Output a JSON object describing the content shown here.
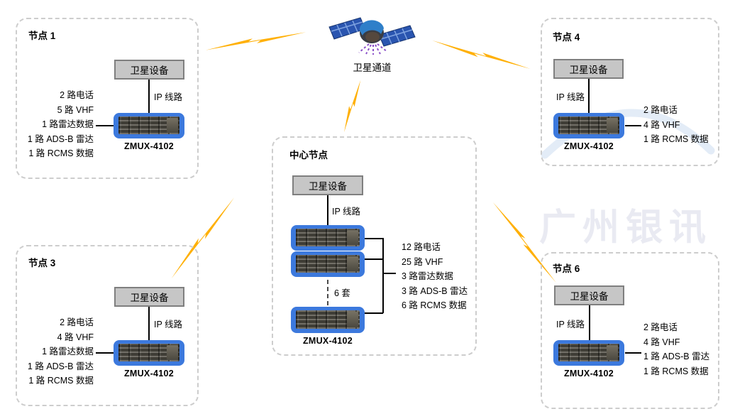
{
  "satellite": {
    "label": "卫星通道"
  },
  "watermark": {
    "text": "广州银讯"
  },
  "colors": {
    "bolt": "#FFB006",
    "device_blue": "#3C79DD",
    "equipment_gray": "#C6C6C6",
    "equipment_border": "#7F7F7F",
    "frame_dash": "#CDCDCD",
    "watermark": "#E9EAF2"
  },
  "nodes": {
    "node1": {
      "title": "节点 1",
      "equipment": "卫星设备",
      "link": "IP 线路",
      "model": "ZMUX-4102",
      "channels": [
        "2 路电话",
        "5 路 VHF",
        "1 路雷达数据",
        "1 路 ADS-B 雷达",
        "1 路 RCMS 数据"
      ]
    },
    "node3": {
      "title": "节点 3",
      "equipment": "卫星设备",
      "link": "IP 线路",
      "model": "ZMUX-4102",
      "channels": [
        "2 路电话",
        "4 路 VHF",
        "1 路雷达数据",
        "1 路 ADS-B 雷达",
        "1 路 RCMS 数据"
      ]
    },
    "node4": {
      "title": "节点 4",
      "equipment": "卫星设备",
      "link": "IP 线路",
      "model": "ZMUX-4102",
      "channels": [
        "2 路电话",
        "4 路 VHF",
        "1 路 RCMS 数据"
      ]
    },
    "node6": {
      "title": "节点 6",
      "equipment": "卫星设备",
      "link": "IP 线路",
      "model": "ZMUX-4102",
      "channels": [
        "2 路电话",
        "4 路 VHF",
        "1 路 ADS-B 雷达",
        "1 路 RCMS 数据"
      ]
    },
    "center": {
      "title": "中心节点",
      "equipment": "卫星设备",
      "link": "IP 线路",
      "model": "ZMUX-4102",
      "stack": "6 套",
      "channels": [
        "12 路电话",
        "25 路 VHF",
        "3 路雷达数据",
        "3 路 ADS-B 雷达",
        "6 路 RCMS 数据"
      ]
    }
  }
}
